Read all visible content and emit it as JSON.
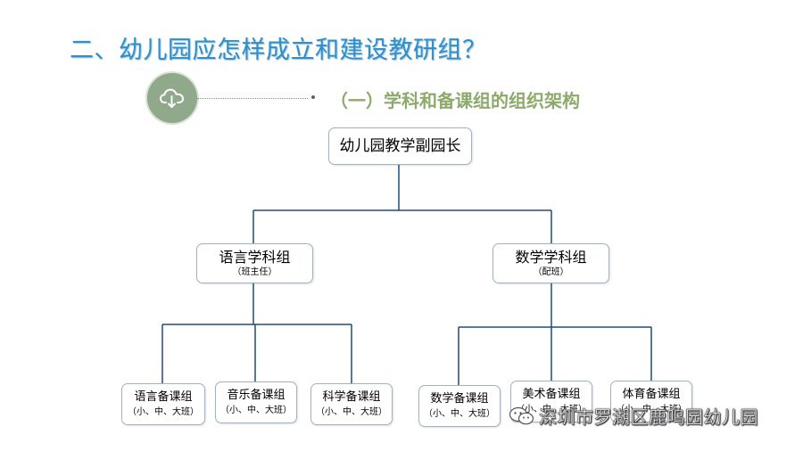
{
  "title": "二、幼儿园应怎样成立和建设教研组？",
  "subtitle": "（一）学科和备课组的组织架构",
  "badge_icon": "cloud-download-icon",
  "org": {
    "root": "幼儿园教学副园长",
    "groups": [
      {
        "name": "语言学科组",
        "note": "（班主任）",
        "children": [
          {
            "name": "语言备课组",
            "note": "（小、中、大班）"
          },
          {
            "name": "音乐备课组",
            "note": "（小、中、大班）"
          },
          {
            "name": "科学备课组",
            "note": "（小、中、大班）"
          }
        ]
      },
      {
        "name": "数学学科组",
        "note": "（配班）",
        "children": [
          {
            "name": "数学备课组",
            "note": "（小、中、大班）"
          },
          {
            "name": "美术备课组",
            "note": "（小、中、大班）"
          },
          {
            "name": "体育备课组",
            "note": "（小、中、大班）"
          }
        ]
      }
    ]
  },
  "watermark": {
    "text": "深圳市罗湖区鹿鸣园幼儿园",
    "icon": "wechat-icon"
  },
  "colors": {
    "title": "#2E8FCB",
    "subtitle": "#8DAA6B",
    "badge": "#8FA98A",
    "line": "#1F4E79",
    "node_border": "#9fb3c8"
  }
}
